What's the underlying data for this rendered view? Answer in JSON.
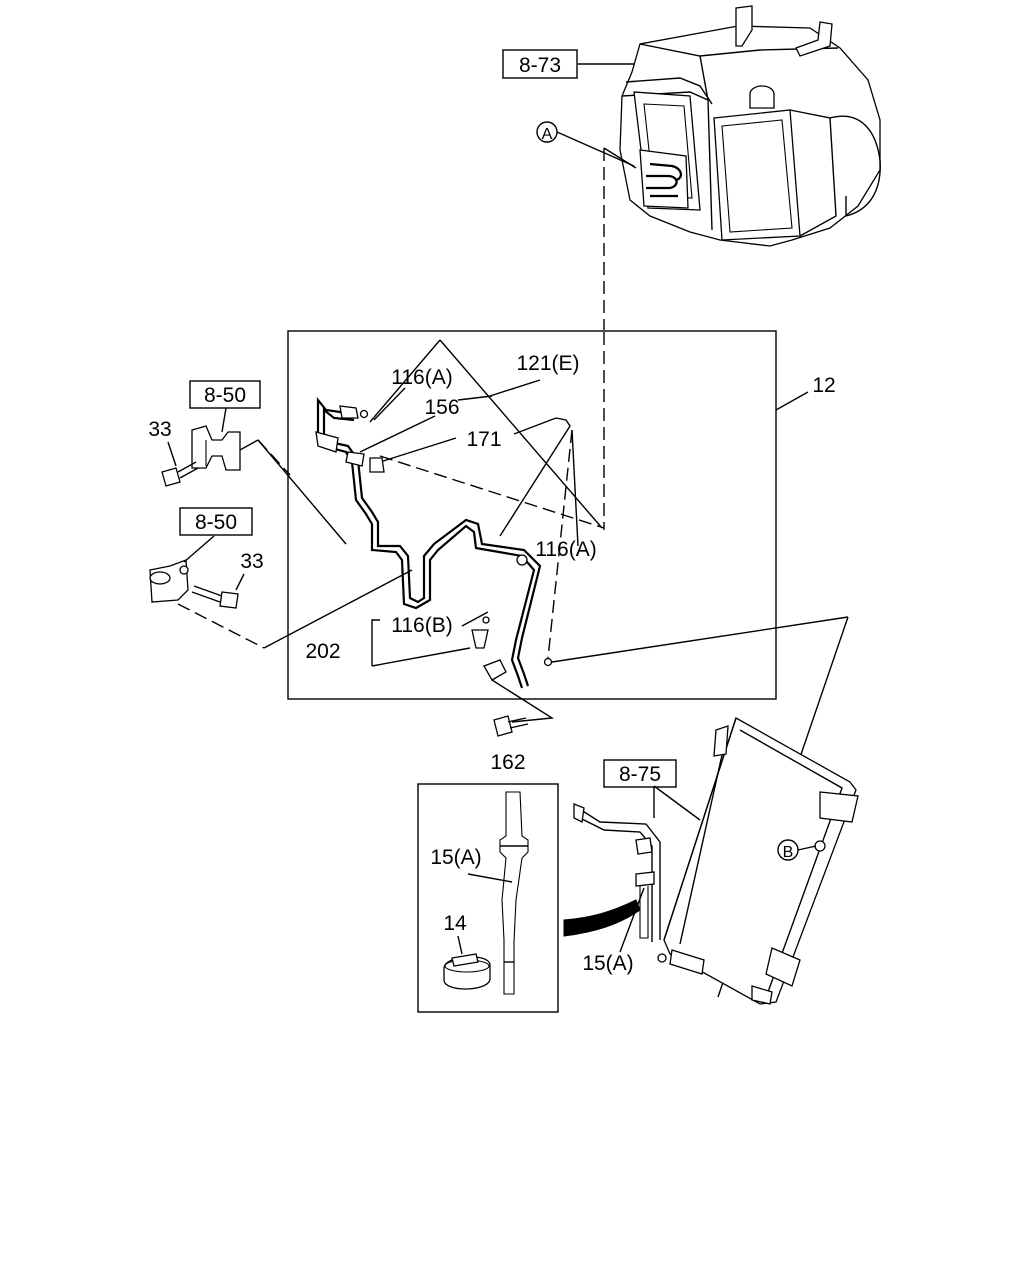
{
  "labels": {
    "ref_8_73": "8-73",
    "ref_8_50_top": "8-50",
    "ref_8_50_bottom": "8-50",
    "ref_8_75": "8-75",
    "marker_a": "A",
    "marker_b": "B",
    "part_116a_top": "116(A)",
    "part_121e": "121(E)",
    "part_156": "156",
    "part_171": "171",
    "part_12": "12",
    "part_33_top": "33",
    "part_33_bottom": "33",
    "part_116a_mid": "116(A)",
    "part_116b": "116(B)",
    "part_202": "202",
    "part_162": "162",
    "part_15a_left": "15(A)",
    "part_14": "14",
    "part_15a_right": "15(A)"
  }
}
